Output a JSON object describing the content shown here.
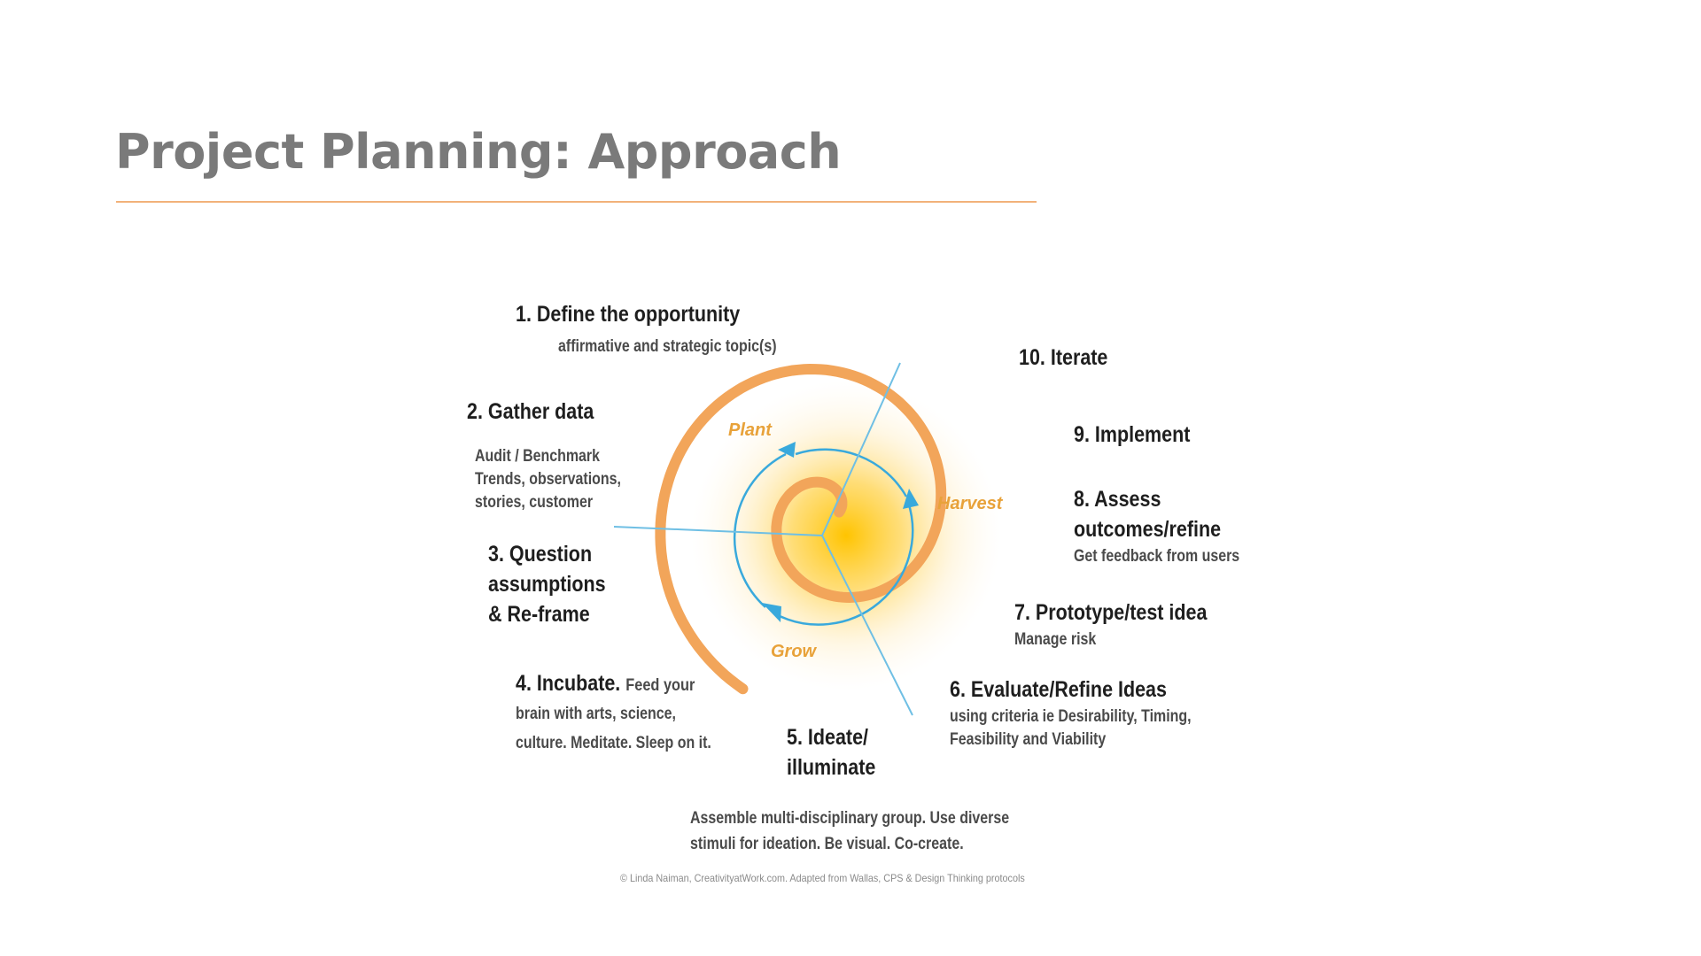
{
  "slide": {
    "title": "Project Planning: Approach"
  },
  "diagram": {
    "phases": {
      "plant": "Plant",
      "harvest": "Harvest",
      "grow": "Grow"
    },
    "steps": {
      "s1": {
        "label": "1. Define the opportunity",
        "desc": "affirmative and strategic topic(s)"
      },
      "s2": {
        "label": "2. Gather data",
        "desc_line1": "Audit / Benchmark",
        "desc_line2": "Trends, observations,",
        "desc_line3": "stories, customer"
      },
      "s3": {
        "line1": "3. Question",
        "line2": "assumptions",
        "line3": "& Re-frame"
      },
      "s4": {
        "label": "4. Incubate.",
        "desc_inline": "Feed your",
        "desc_line2": "brain with arts, science,",
        "desc_line3": "culture. Meditate. Sleep on it."
      },
      "s5": {
        "line1": "5. Ideate/",
        "line2": "illuminate",
        "desc_line1": "Assemble multi-disciplinary group. Use diverse",
        "desc_line2": "stimuli for ideation. Be visual. Co-create."
      },
      "s6": {
        "label": "6. Evaluate/Refine Ideas",
        "desc_line1": "using criteria ie Desirability, Timing,",
        "desc_line2": "Feasibility and Viability"
      },
      "s7": {
        "label": "7. Prototype/test idea",
        "desc": "Manage risk"
      },
      "s8": {
        "line1": "8. Assess",
        "line2": "outcomes/refine",
        "desc": "Get feedback from users"
      },
      "s9": {
        "label": "9. Implement"
      },
      "s10": {
        "label": "10. Iterate"
      }
    },
    "credit": "© Linda Naiman, CreativityatWork.com.  Adapted from Wallas, CPS & Design Thinking protocols",
    "colors": {
      "spiral": "#f2a55a",
      "cycle": "#39a9dc",
      "glow": "#ffc400",
      "phase_text": "#e8a23a",
      "title": "#7a7a7a",
      "rule": "#f2b27a"
    }
  }
}
